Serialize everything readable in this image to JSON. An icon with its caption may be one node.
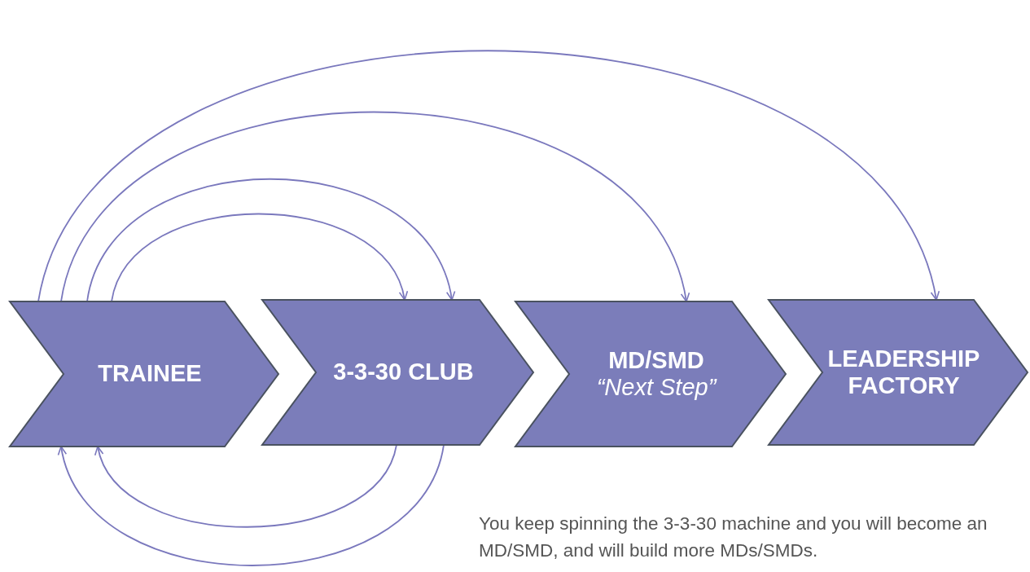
{
  "diagram": {
    "nodes": [
      {
        "text": [
          "TRAINEE"
        ]
      },
      {
        "text": [
          "3-3-30 CLUB"
        ]
      },
      {
        "text": [
          "MD/SMD",
          "“Next Step”"
        ]
      },
      {
        "text": [
          "LEADERSHIP FACTORY"
        ]
      }
    ],
    "edges": [
      {
        "from": 0,
        "to": 1,
        "arrow": "to"
      },
      {
        "from": 0,
        "to": 1,
        "arrow": "to"
      },
      {
        "from": 0,
        "to": 2,
        "arrow": "to"
      },
      {
        "from": 0,
        "to": 3,
        "arrow": "to"
      },
      {
        "from": 1,
        "to": 0,
        "arrow": "to"
      },
      {
        "from": 1,
        "to": 0,
        "arrow": "to"
      }
    ],
    "labels": [
      "You keep spinning the 3-3-30 machine and you will become an MD/SMD, and will build more MDs/SMDs."
    ]
  }
}
